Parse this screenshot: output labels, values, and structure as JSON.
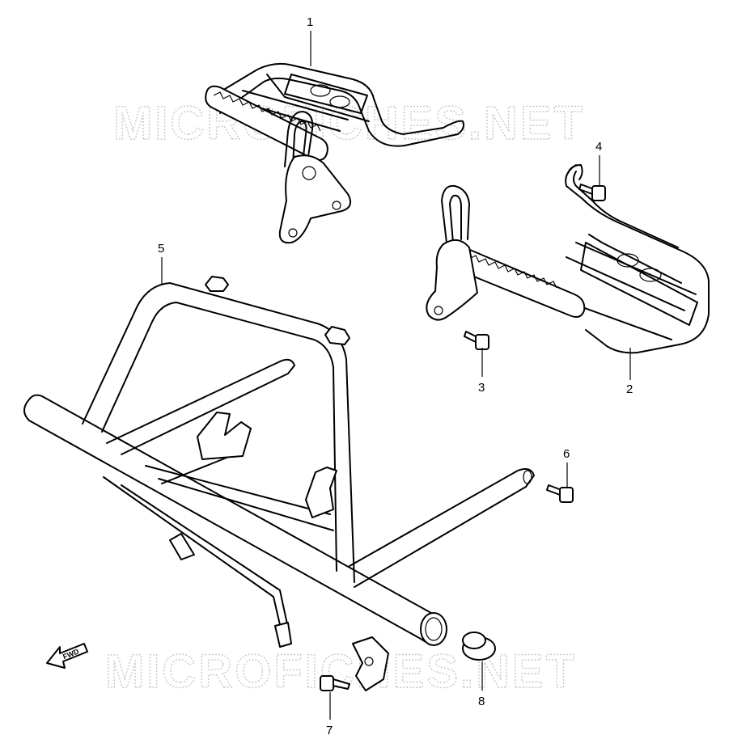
{
  "watermark": "MICROFICHES.NET",
  "fwd_label": "FWD",
  "callouts": [
    {
      "id": "1",
      "label": "1"
    },
    {
      "id": "2",
      "label": "2"
    },
    {
      "id": "3",
      "label": "3"
    },
    {
      "id": "4",
      "label": "4"
    },
    {
      "id": "5",
      "label": "5"
    },
    {
      "id": "6",
      "label": "6"
    },
    {
      "id": "7",
      "label": "7"
    },
    {
      "id": "8",
      "label": "8"
    }
  ]
}
